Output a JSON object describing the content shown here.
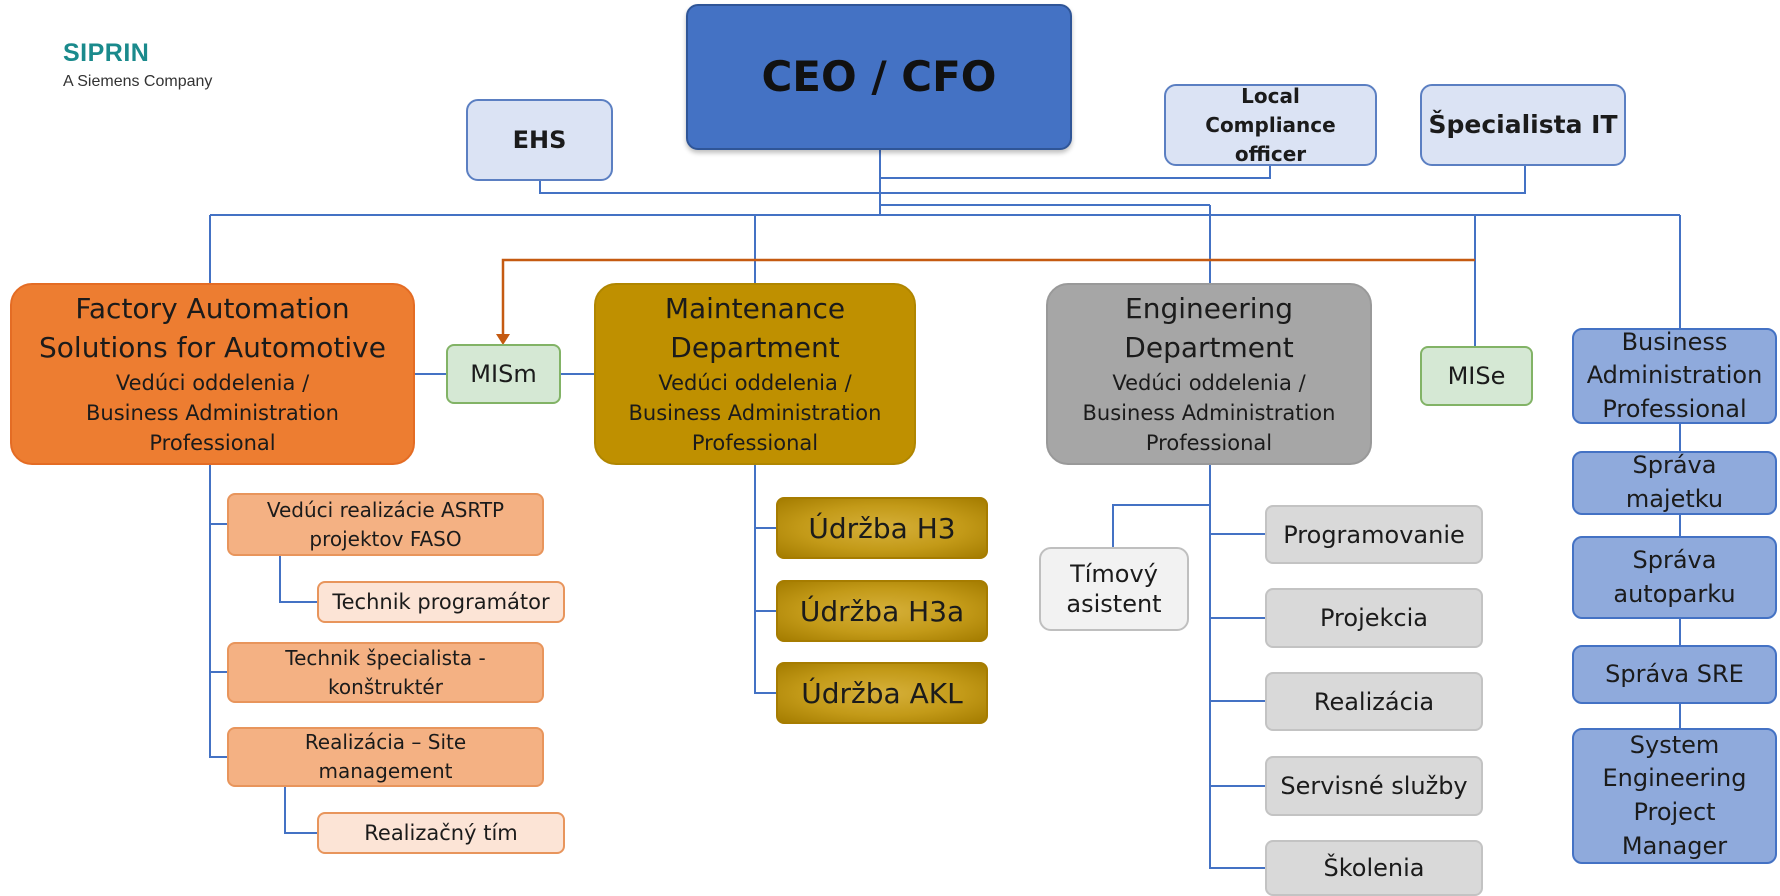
{
  "logo": {
    "name": "SIPRIN",
    "tagline": "A Siemens Company"
  },
  "colors": {
    "ceo": "#4472c4",
    "staff": "#dbe3f4",
    "factory_automation": "#ed7d31",
    "maintenance": "#bf9000",
    "engineering": "#a6a6a6",
    "mis": "#d5e8d4",
    "business_admin": "#8faadc",
    "connector": "#4472c4",
    "mis_arrow": "#c55a11"
  },
  "top": {
    "title": "CEO / CFO"
  },
  "staff": {
    "ehs": "EHS",
    "local_compliance": [
      "Local",
      "Compliance",
      "officer"
    ],
    "it_specialist": "Špecialista IT"
  },
  "departments": {
    "factory_automation": {
      "title": [
        "Factory Automation",
        "Solutions for Automotive"
      ],
      "subtitle": [
        "Vedúci oddelenia /",
        "Business Administration",
        "Professional"
      ],
      "units": [
        [
          "Vedúci realizácie ASRTP",
          "projektov FASO"
        ],
        [
          "Technik programátor"
        ],
        [
          "Technik špecialista -",
          "konštruktér"
        ],
        [
          "Realizácia – Site",
          "management"
        ],
        [
          "Realizačný tím"
        ]
      ]
    },
    "mism": "MISm",
    "maintenance": {
      "title": [
        "Maintenance",
        "Department"
      ],
      "subtitle": [
        "Vedúci oddelenia /",
        "Business Administration",
        "Professional"
      ],
      "units": [
        "Údržba H3",
        "Údržba H3a",
        "Údržba AKL"
      ]
    },
    "engineering": {
      "title": [
        "Engineering",
        "Department"
      ],
      "subtitle": [
        "Vedúci oddelenia /",
        "Business Administration",
        "Professional"
      ],
      "assistant": [
        "Tímový",
        "asistent"
      ],
      "units": [
        "Programovanie",
        "Projekcia",
        "Realizácia",
        "Servisné služby",
        "Školenia"
      ]
    },
    "mise": "MISe",
    "business_admin": {
      "units": [
        [
          "Business",
          "Administration",
          "Professional"
        ],
        [
          "Správa",
          "majetku"
        ],
        [
          "Správa",
          "autoparku"
        ],
        [
          "Správa SRE"
        ],
        [
          "System",
          "Engineering",
          "Project",
          "Manager"
        ]
      ]
    }
  }
}
